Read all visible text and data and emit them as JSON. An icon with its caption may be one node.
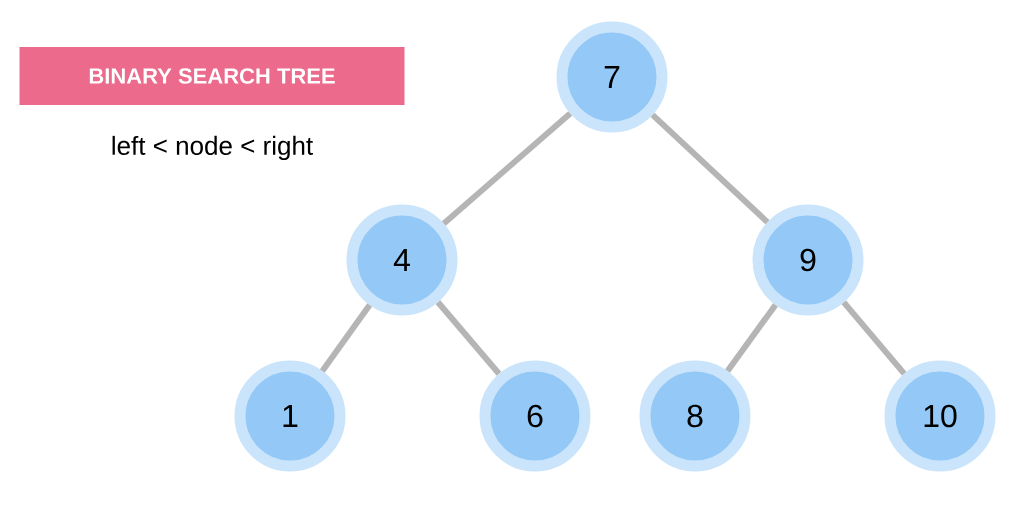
{
  "diagram": {
    "title": "BINARY SEARCH TREE",
    "nodes": [
      {
        "text": [
          "7"
        ]
      },
      {
        "text": [
          "4"
        ]
      },
      {
        "text": [
          "9"
        ]
      },
      {
        "text": [
          "1"
        ]
      },
      {
        "text": [
          "6"
        ]
      },
      {
        "text": [
          "8"
        ]
      },
      {
        "text": [
          "10"
        ]
      }
    ],
    "edges": [
      {
        "from": 0,
        "to": 1,
        "arrow": "none"
      },
      {
        "from": 0,
        "to": 2,
        "arrow": "none"
      },
      {
        "from": 1,
        "to": 3,
        "arrow": "none"
      },
      {
        "from": 1,
        "to": 4,
        "arrow": "none"
      },
      {
        "from": 2,
        "to": 5,
        "arrow": "none"
      },
      {
        "from": 2,
        "to": 6,
        "arrow": "none"
      }
    ],
    "labels": [
      "left < node < right"
    ]
  }
}
